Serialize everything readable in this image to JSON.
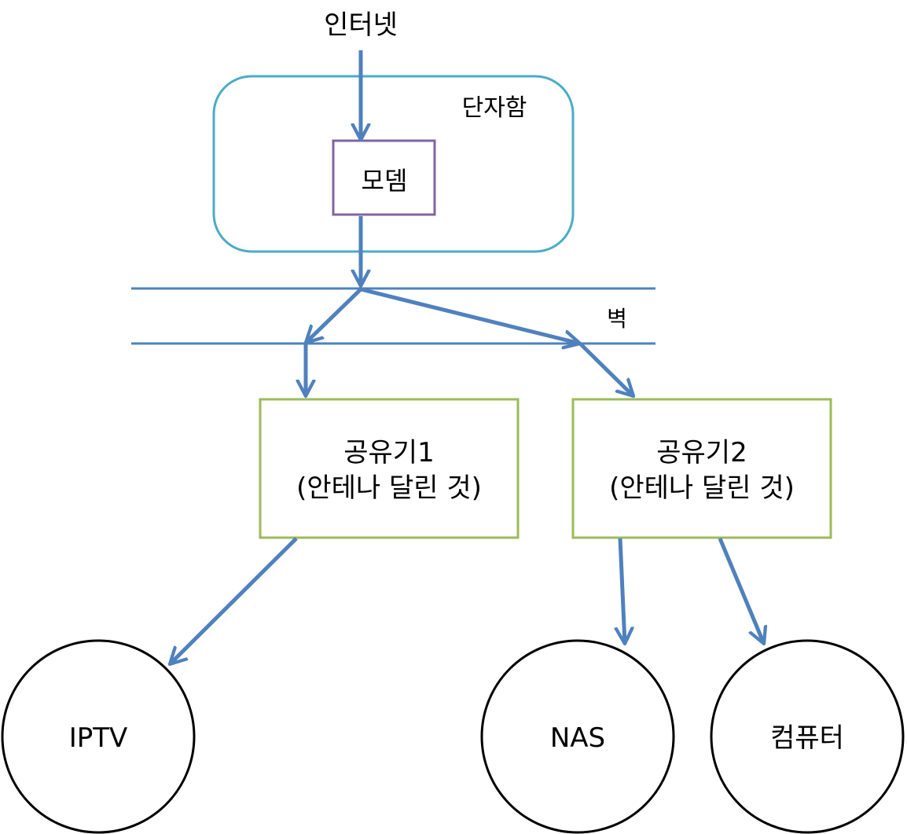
{
  "labels": {
    "internet": "인터넷",
    "enclosure": "단자함",
    "modem": "모뎀",
    "wall": "벽",
    "router1_line1": "공유기1",
    "router1_line2": "(안테나 달린 것)",
    "router2_line1": "공유기2",
    "router2_line2": "(안테나 달린 것)",
    "iptv": "IPTV",
    "nas": "NAS",
    "computer": "컴퓨터"
  },
  "colors": {
    "arrow": "#4f81bd",
    "wall_line": "#4f81bd",
    "enclosure_border": "#4bacc6",
    "modem_border": "#8064a2",
    "router_border": "#9bbb59",
    "device_border": "#000000",
    "text": "#000000"
  }
}
